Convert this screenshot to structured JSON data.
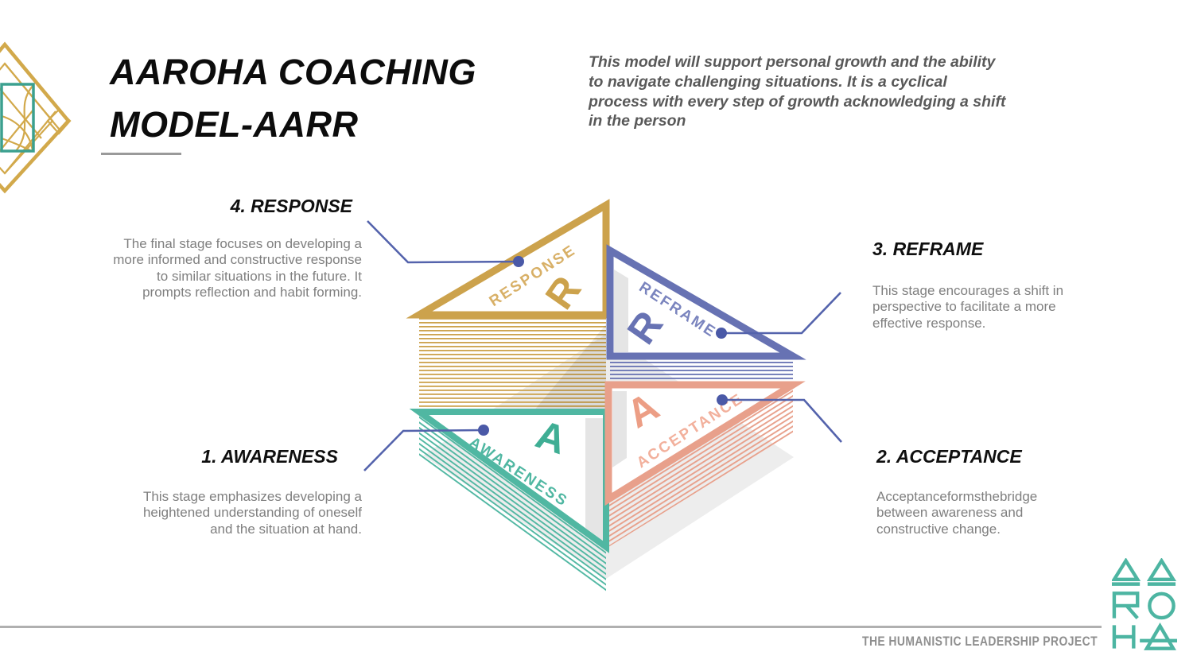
{
  "title": {
    "line1": "AAROHA COACHING",
    "line2": "MODEL-AARR"
  },
  "subtitle": "This model will support personal growth and the ability to navigate challenging situations. It is a cyclical process with every step of growth acknowledging a shift in the person",
  "stages": {
    "response": {
      "heading": "4. RESPONSE",
      "description": "The final stage focuses on developing a more informed and constructive response to similar situations in the future. It prompts reflection and habit forming.",
      "diagram_label": "RESPONSE",
      "letter": "R",
      "color": "#CCA24C"
    },
    "reframe": {
      "heading": "3. REFRAME",
      "description": "This stage encourages a shift in perspective to facilitate a more effective response.",
      "diagram_label": "REFRAME",
      "letter": "R",
      "color": "#6772B3"
    },
    "awareness": {
      "heading": "1. AWARENESS",
      "description": "This stage emphasizes developing a heightened understanding of oneself and the situation at hand.",
      "diagram_label": "AWARENESS",
      "letter": "A",
      "color": "#50B7A2"
    },
    "acceptance": {
      "heading": "2. ACCEPTANCE",
      "description": "Acceptanceformsthebridge between awareness and constructive change.",
      "diagram_label": "ACCEPTANCE",
      "letter": "A",
      "color": "#E8A08B"
    }
  },
  "footer": {
    "tagline": "THE HUMANISTIC LEADERSHIP PROJECT",
    "logo_text": "AAROHA"
  },
  "colors": {
    "gold": "#CCA24C",
    "blue": "#6772B3",
    "teal": "#50B7A2",
    "salmon": "#E8A08B",
    "connector": "#5463AC",
    "logo_teal": "#4DB5A2",
    "ornament_gold": "#D2A94B"
  }
}
